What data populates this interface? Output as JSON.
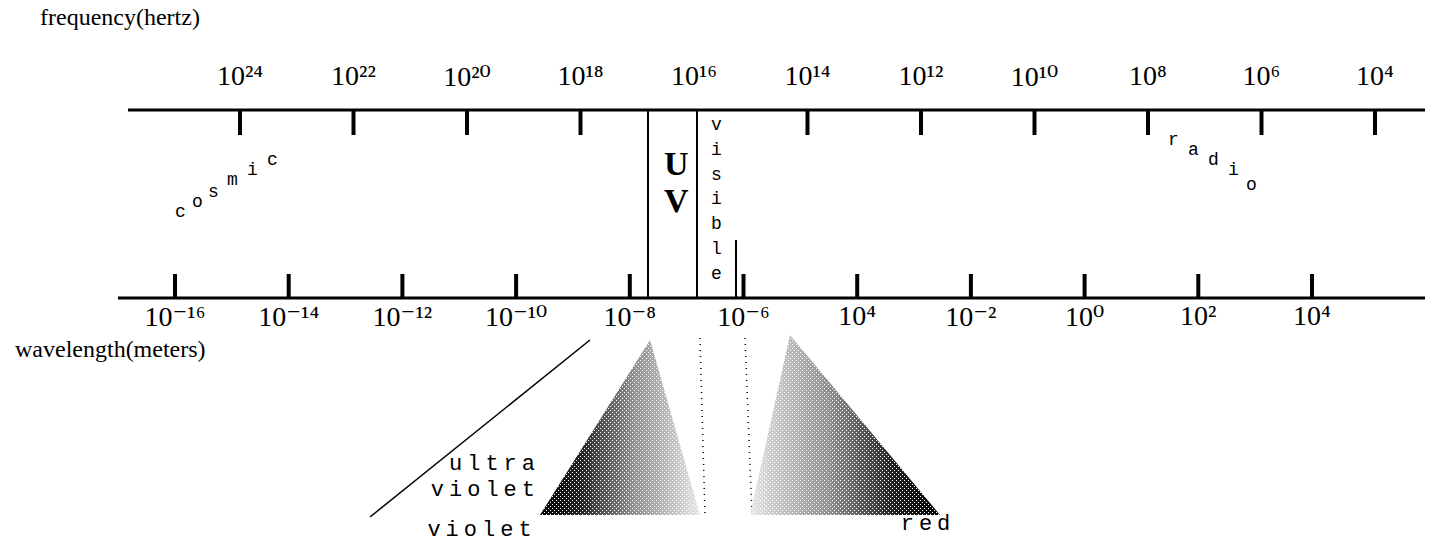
{
  "diagram": {
    "nodes": [
      {
        "text": [
          "UV"
        ]
      },
      {
        "text": [
          "visible"
        ]
      }
    ],
    "labels": [
      "frequency(hertz)",
      "10²⁴",
      "10²²",
      "10²⁰",
      "10¹⁸",
      "10¹⁶",
      "10¹⁴",
      "10¹²",
      "10¹⁰",
      "10⁸",
      "10⁶",
      "10⁴",
      "cosmic",
      "radio",
      "10⁻¹⁶",
      "10⁻¹⁴",
      "10⁻¹²",
      "10⁻¹⁰",
      "10⁻⁸",
      "10⁻⁶",
      "10⁴",
      "10⁻²",
      "10⁰",
      "10²",
      "10⁴",
      "wavelength(meters)",
      "ultra violet",
      "violet",
      "red"
    ]
  }
}
